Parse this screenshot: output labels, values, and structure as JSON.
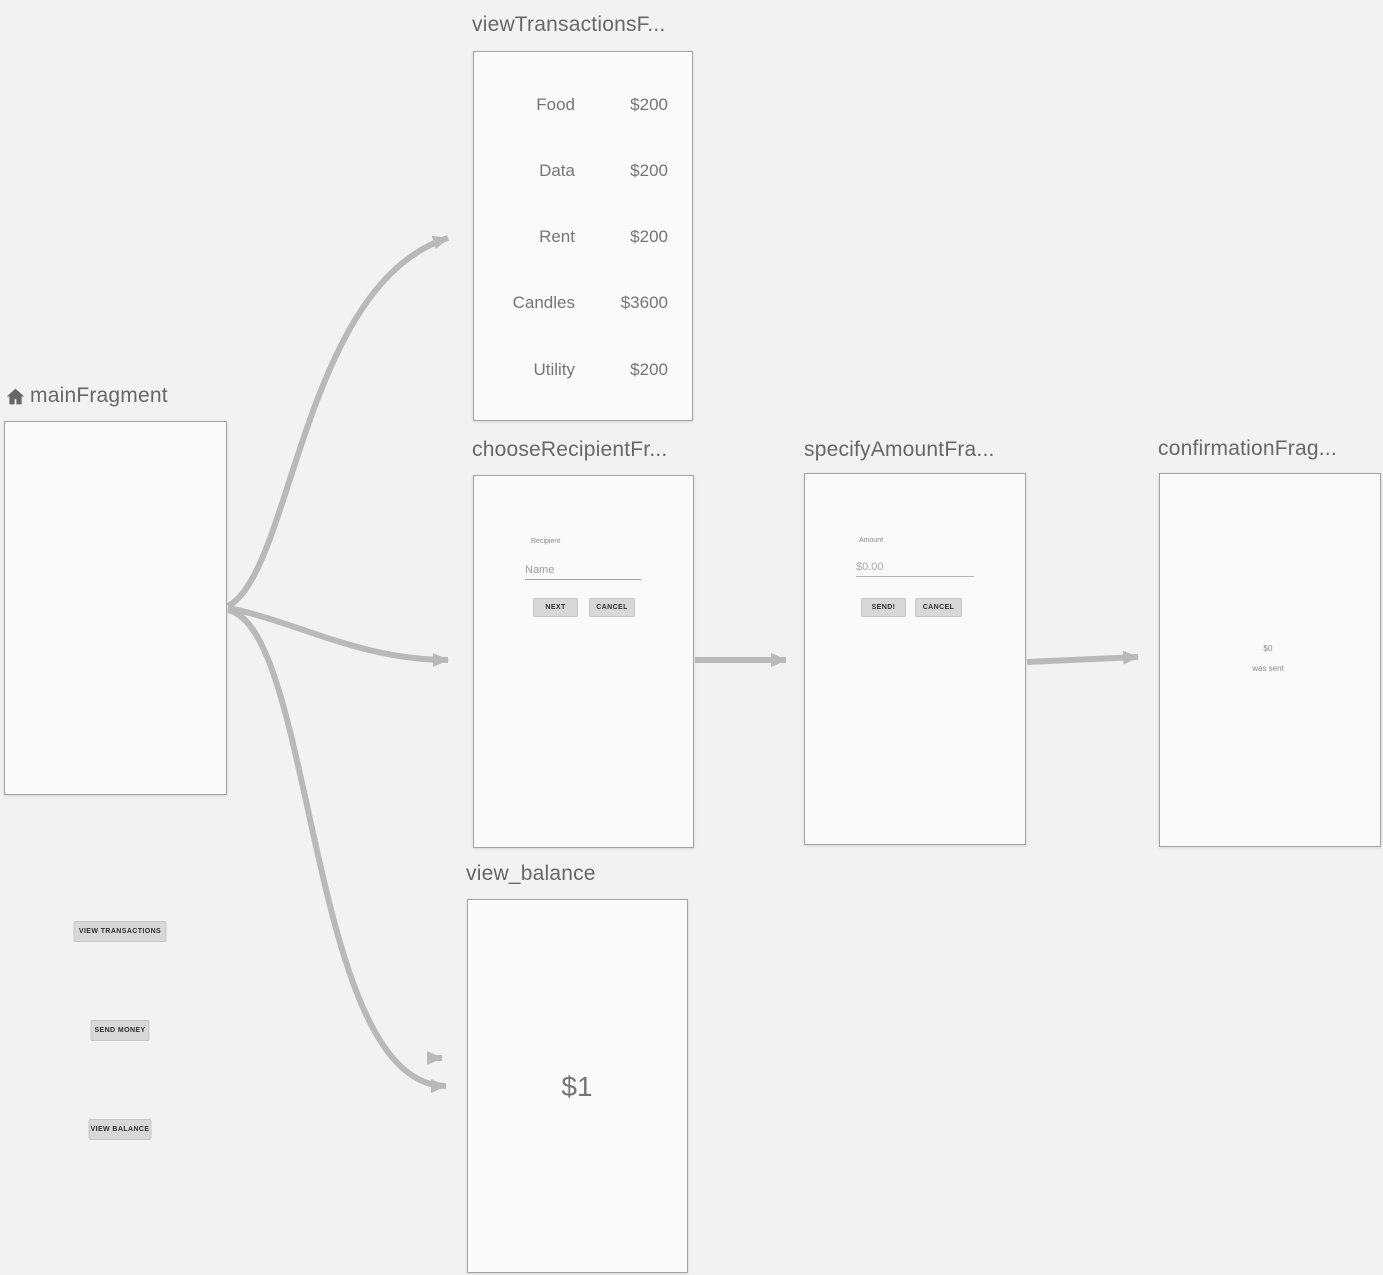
{
  "colors": {
    "background": "#f2f2f2",
    "panel_fill": "#fafafa",
    "panel_border": "#a3a3a3",
    "arrow": "#b9b9b9",
    "title_text": "#676767",
    "muted_text": "#757575",
    "button_bg": "#d8d8d8"
  },
  "fragments": {
    "main": {
      "title": "mainFragment",
      "is_start_destination": true,
      "buttons": [
        {
          "label": "VIEW TRANSACTIONS"
        },
        {
          "label": "SEND MONEY"
        },
        {
          "label": "VIEW BALANCE"
        }
      ]
    },
    "view_transactions": {
      "title": "viewTransactionsF...",
      "transactions": [
        {
          "name": "Food",
          "amount": "$200"
        },
        {
          "name": "Data",
          "amount": "$200"
        },
        {
          "name": "Rent",
          "amount": "$200"
        },
        {
          "name": "Candles",
          "amount": "$3600"
        },
        {
          "name": "Utility",
          "amount": "$200"
        }
      ]
    },
    "choose_recipient": {
      "title": "chooseRecipientFr...",
      "field_label": "Recipient",
      "field_placeholder": "Name",
      "next_label": "NEXT",
      "cancel_label": "CANCEL"
    },
    "specify_amount": {
      "title": "specifyAmountFra...",
      "field_label": "Amount",
      "field_placeholder": "$0.00",
      "send_label": "SEND!",
      "cancel_label": "CANCEL"
    },
    "confirmation": {
      "title": "confirmationFrag...",
      "amount": "$0",
      "message": "was sent"
    },
    "view_balance": {
      "title": "view_balance",
      "balance": "$1"
    }
  }
}
